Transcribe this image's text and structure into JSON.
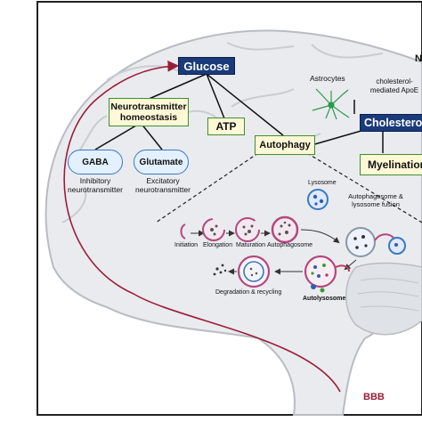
{
  "nodes": {
    "glucose": "Glucose",
    "neurotransmitter_homeostasis": "Neurotransmitter homeostasis",
    "atp": "ATP",
    "autophagy": "Autophagy",
    "astrocytes": "Astrocytes",
    "cholesterol_apoe": "cholesterol-mediated ApoE",
    "cholesterol": "Cholesterol",
    "myelination": "Myelination",
    "edge_n": "N",
    "gaba": "GABA",
    "gaba_desc": "Inhibitory neurotransmitter",
    "glutamate": "Glutamate",
    "glutamate_desc": "Excitatory neurotransmitter",
    "lysosome": "Lysosome",
    "autophagosome_lysosome_fusion": "Autophagosome & lysosome fusion",
    "initiation": "Initiation",
    "elongation": "Elongation",
    "maturation": "Maturation",
    "autophagosome": "Autophagosome",
    "degradation_recycling": "Degradation & recycling",
    "autolysosome": "Autolysosome",
    "bbb": "BBB"
  },
  "colors": {
    "navy": "#1a3a7a",
    "green_border": "#3f8f2c",
    "blue_border": "#3a78c2",
    "bbb_red": "#9b1c3a",
    "brain_fill": "#e9ebee"
  }
}
